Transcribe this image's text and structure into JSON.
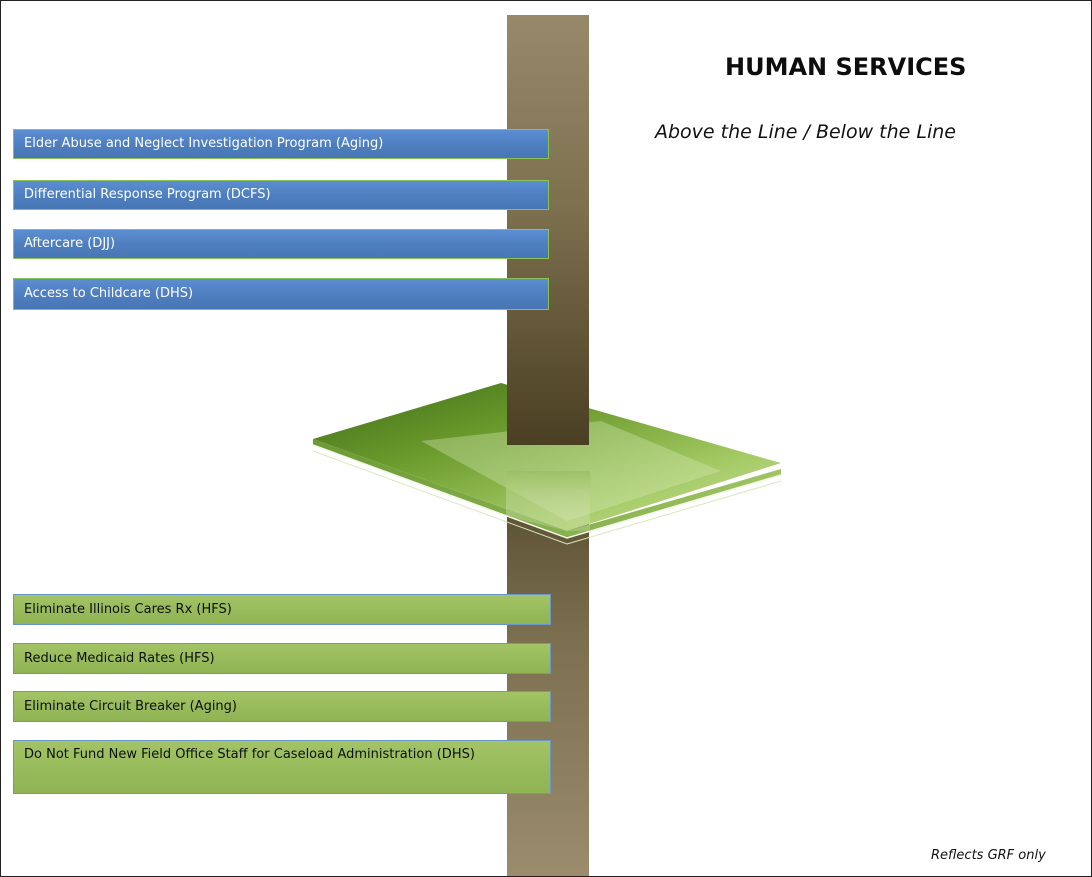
{
  "header": {
    "title": "HUMAN SERVICES",
    "subtitle": "Above the Line / Below the Line"
  },
  "above_line": {
    "items": [
      {
        "label": "Elder Abuse and Neglect Investigation Program (Aging)"
      },
      {
        "label": "Differential Response Program (DCFS)"
      },
      {
        "label": "Aftercare (DJJ)"
      },
      {
        "label": "Access to Childcare (DHS)"
      }
    ]
  },
  "below_line": {
    "items": [
      {
        "label": "Eliminate Illinois Cares Rx (HFS)"
      },
      {
        "label": "Reduce Medicaid Rates (HFS)"
      },
      {
        "label": "Eliminate Circuit Breaker (Aging)"
      },
      {
        "label": "Do Not Fund New Field Office Staff for Caseload Administration (DHS)"
      }
    ]
  },
  "footnote": "Reflects GRF only",
  "colors": {
    "above_box_fill": "#4f7fc0",
    "above_box_border": "#8bc255",
    "below_box_fill": "#98bb5b",
    "below_box_border": "#6a95c8",
    "pillar": "#8a7d5c",
    "plane": "#7dab33"
  }
}
